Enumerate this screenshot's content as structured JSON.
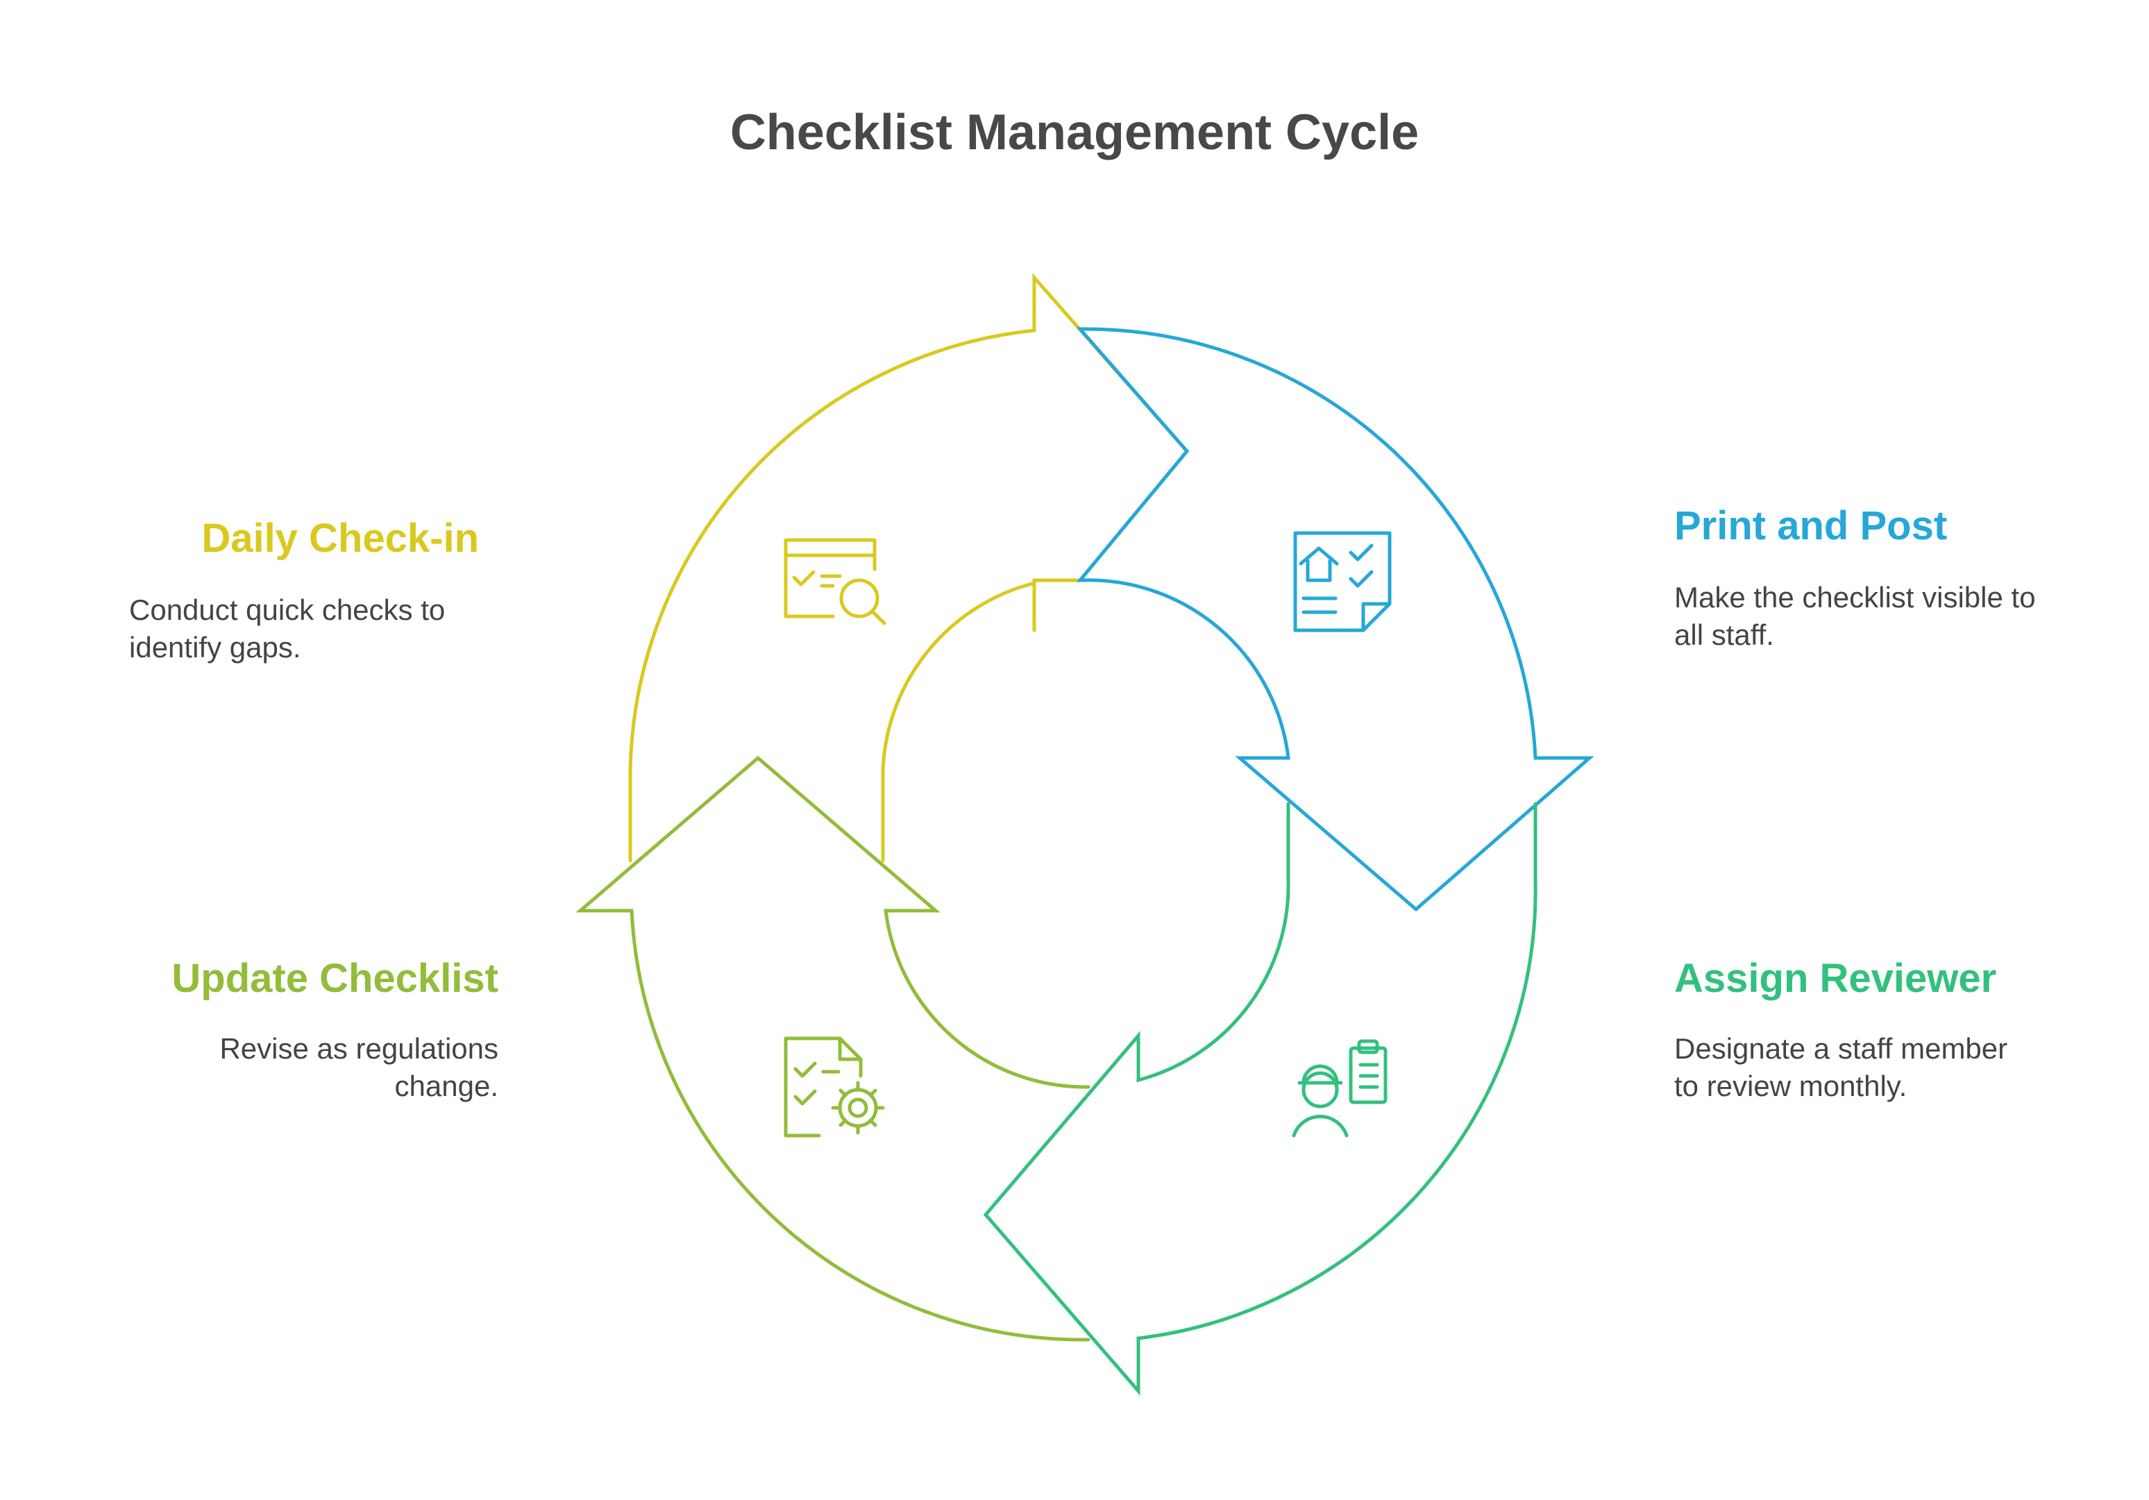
{
  "title": "Checklist Management Cycle",
  "colors": {
    "yellow": "#D9C91F",
    "blue": "#26A7D8",
    "green": "#33C07E",
    "lime": "#92BC3A",
    "text": "#444444",
    "title": "#484848"
  },
  "steps": [
    {
      "title": "Daily Check-in",
      "description_lines": [
        "Conduct quick checks to",
        "identify gaps."
      ],
      "icon": "checklist-search-icon",
      "color": "#D9C91F"
    },
    {
      "title": "Print and Post",
      "description_lines": [
        "Make the checklist visible to",
        "all staff."
      ],
      "icon": "posted-checklist-icon",
      "color": "#26A7D8"
    },
    {
      "title": "Assign Reviewer",
      "description_lines": [
        "Designate a staff member",
        "to review monthly."
      ],
      "icon": "reviewer-clipboard-icon",
      "color": "#33C07E"
    },
    {
      "title": "Update Checklist",
      "description_lines": [
        "Revise as regulations",
        "change."
      ],
      "icon": "document-gear-icon",
      "color": "#92BC3A"
    }
  ]
}
